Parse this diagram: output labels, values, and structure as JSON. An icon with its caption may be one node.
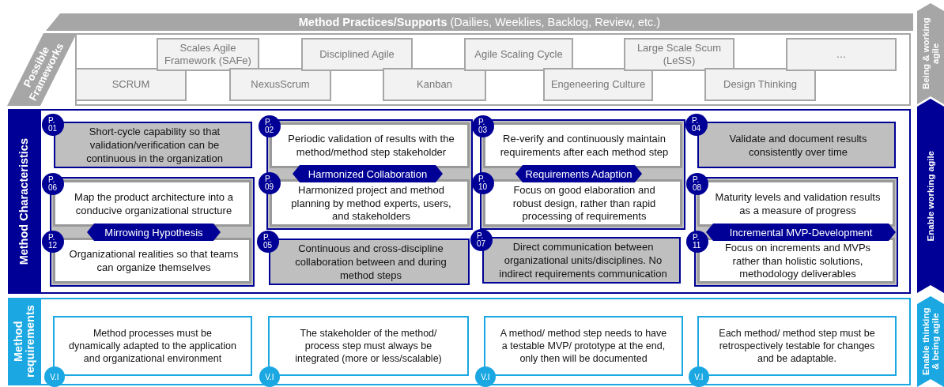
{
  "diagram": {
    "nodes": [
      {
        "text": [
          "**Method Practices/Supports** (Dailies, Weeklies, Backlog, Review, etc.)"
        ]
      },
      {
        "text": [
          "Being & working agile"
        ]
      },
      {
        "text": [
          "Possible Frameworks"
        ]
      },
      {
        "text": [
          "SCRUM"
        ],
        "in": 2
      },
      {
        "text": [
          "Scales Agile Framework (SAFe)"
        ],
        "in": 2
      },
      {
        "text": [
          "NexusScrum"
        ],
        "in": 2
      },
      {
        "text": [
          "Disciplined Agile"
        ],
        "in": 2
      },
      {
        "text": [
          "Kanban"
        ],
        "in": 2
      },
      {
        "text": [
          "Agile Scaling Cycle"
        ],
        "in": 2
      },
      {
        "text": [
          "Engeneering Culture"
        ],
        "in": 2
      },
      {
        "text": [
          "Large Scale Scum (LeSS)"
        ],
        "in": 2
      },
      {
        "text": [
          "Design Thinking"
        ],
        "in": 2
      },
      {
        "text": [
          "…"
        ],
        "in": 2
      },
      {
        "text": [
          "Enable working agile"
        ]
      },
      {
        "text": [
          "Method Characteristics"
        ]
      },
      {
        "text": [
          "P. 01",
          "Short-cycle capability so that validation/verification can be continuous in the organization"
        ],
        "in": 14
      },
      {
        "text": [
          "Mirrowing Hypothesis"
        ],
        "in": 14
      },
      {
        "text": [
          "P. 06",
          "Map the product architecture into a conducive organizational structure"
        ],
        "in": 16
      },
      {
        "text": [
          "P. 12",
          "Organizational realities so that teams can organize themselves"
        ],
        "in": 16
      },
      {
        "text": [
          "Harmonized Collaboration"
        ],
        "in": 14
      },
      {
        "text": [
          "P. 02",
          "Periodic validation of results with the method/method step stakeholder"
        ],
        "in": 19
      },
      {
        "text": [
          "P. 09",
          "Harmonized project and method planning by method experts, users, and stakeholders"
        ],
        "in": 19
      },
      {
        "text": [
          "P. 05",
          "Continuous and cross-discipline collaboration between and during method steps"
        ],
        "in": 14
      },
      {
        "text": [
          "Requirements Adaption"
        ],
        "in": 14
      },
      {
        "text": [
          "P. 03",
          "Re-verify and continuously maintain requirements after each method step"
        ],
        "in": 23
      },
      {
        "text": [
          "P. 10",
          "Focus on good elaboration and robust design, rather than rapid processing of requirements"
        ],
        "in": 23
      },
      {
        "text": [
          "P. 07",
          "Direct communication between organizational units/disciplines. No indirect requirements communication"
        ],
        "in": 14
      },
      {
        "text": [
          "P. 04",
          "Validate and document results consistently over time"
        ],
        "in": 14
      },
      {
        "text": [
          "Incremental MVP-Development"
        ],
        "in": 14
      },
      {
        "text": [
          "P. 08",
          "Maturity levels and validation results as a measure of progress"
        ],
        "in": 28
      },
      {
        "text": [
          "P. 11",
          "Focus on increments and MVPs rather than holistic solutions, methodology deliverables"
        ],
        "in": 28
      },
      {
        "text": [
          "Enable thinking & being agile"
        ]
      },
      {
        "text": [
          "Method requirements"
        ]
      },
      {
        "text": [
          "V.I",
          "Method processes must be dynamically adapted to the application and organizational environment"
        ],
        "in": 32
      },
      {
        "text": [
          "V.I",
          "The stakeholder of the method/ process step must always be integrated (more or less/scalable)"
        ],
        "in": 32
      },
      {
        "text": [
          "V.I",
          "A method/ method step needs to have a testable MVP/ prototype at the end, only then will be documented"
        ],
        "in": 32
      },
      {
        "text": [
          "V.I",
          "Each method/ method step must be retrospectively testable for changes and be adaptable."
        ],
        "in": 32
      }
    ]
  }
}
